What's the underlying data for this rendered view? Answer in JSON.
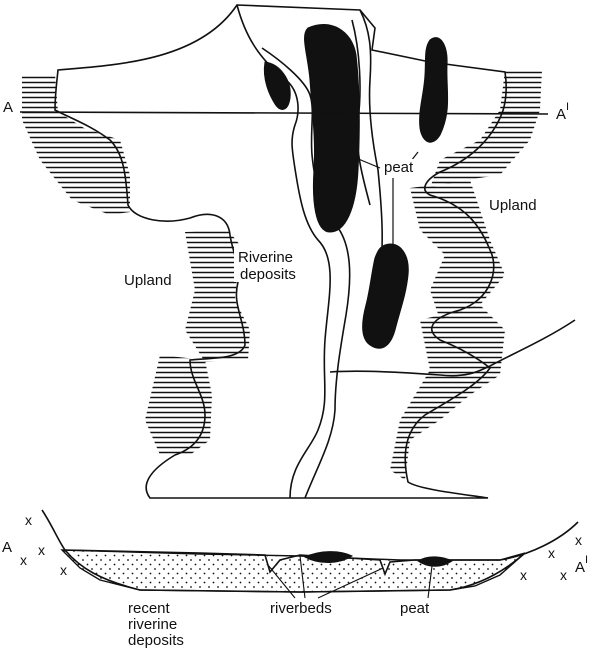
{
  "map": {
    "labels": {
      "section_start": "A",
      "section_end": "A",
      "section_end_sup": "I",
      "peat": "peat",
      "upland_right": "Upland",
      "upland_left": "Upland",
      "riverine_1": "Riverine",
      "riverine_2": "deposits"
    }
  },
  "section": {
    "labels": {
      "start": "A",
      "end": "A",
      "end_sup": "I",
      "recent_1": "recent",
      "recent_2": "riverine",
      "recent_3": "deposits",
      "riverbeds": "riverbeds",
      "peat": "peat"
    },
    "marker_glyph": "x"
  },
  "colors": {
    "ink": "#111111",
    "paper": "#ffffff"
  }
}
